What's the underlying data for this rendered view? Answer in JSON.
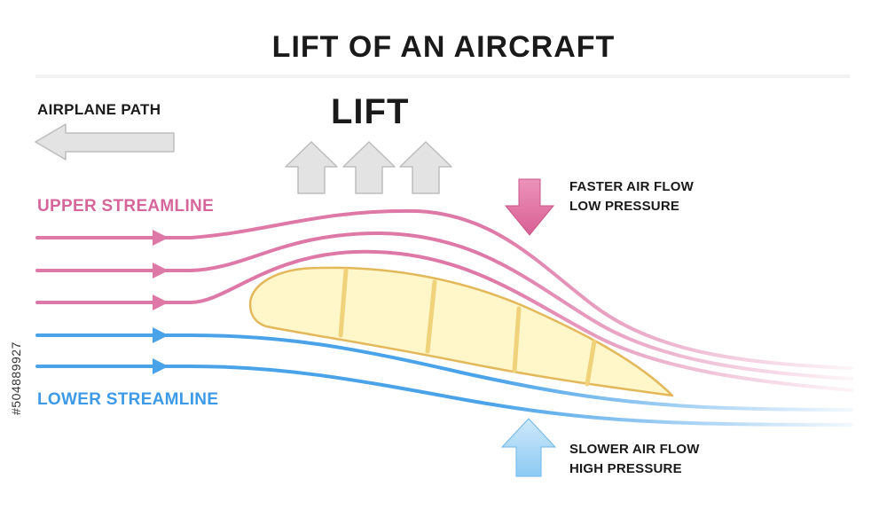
{
  "title": "LIFT OF AN AIRCRAFT",
  "labels": {
    "airplane_path": "AIRPLANE PATH",
    "lift": "LIFT",
    "upper_streamline": "UPPER STREAMLINE",
    "lower_streamline": "LOWER STREAMLINE",
    "faster_line1": "FASTER AIR FLOW",
    "faster_line2": "LOW PRESSURE",
    "slower_line1": "SLOWER AIR FLOW",
    "slower_line2": "HIGH PRESSURE"
  },
  "watermark_id": "#504889927",
  "colors": {
    "upper_stream": "#de78a6",
    "lower_stream": "#4aa3e8",
    "airfoil_fill": "#fff6c9",
    "airfoil_stroke": "#e8c260",
    "gray_arrow": "#e3e3e3",
    "down_arrow": "#e0709f",
    "up_arrow": "#a9d6f5"
  },
  "icons": {
    "airplane_path": "left-arrow-icon",
    "lift": "up-arrow-icon",
    "pressure_low": "down-arrow-icon",
    "pressure_high": "up-arrow-icon"
  }
}
